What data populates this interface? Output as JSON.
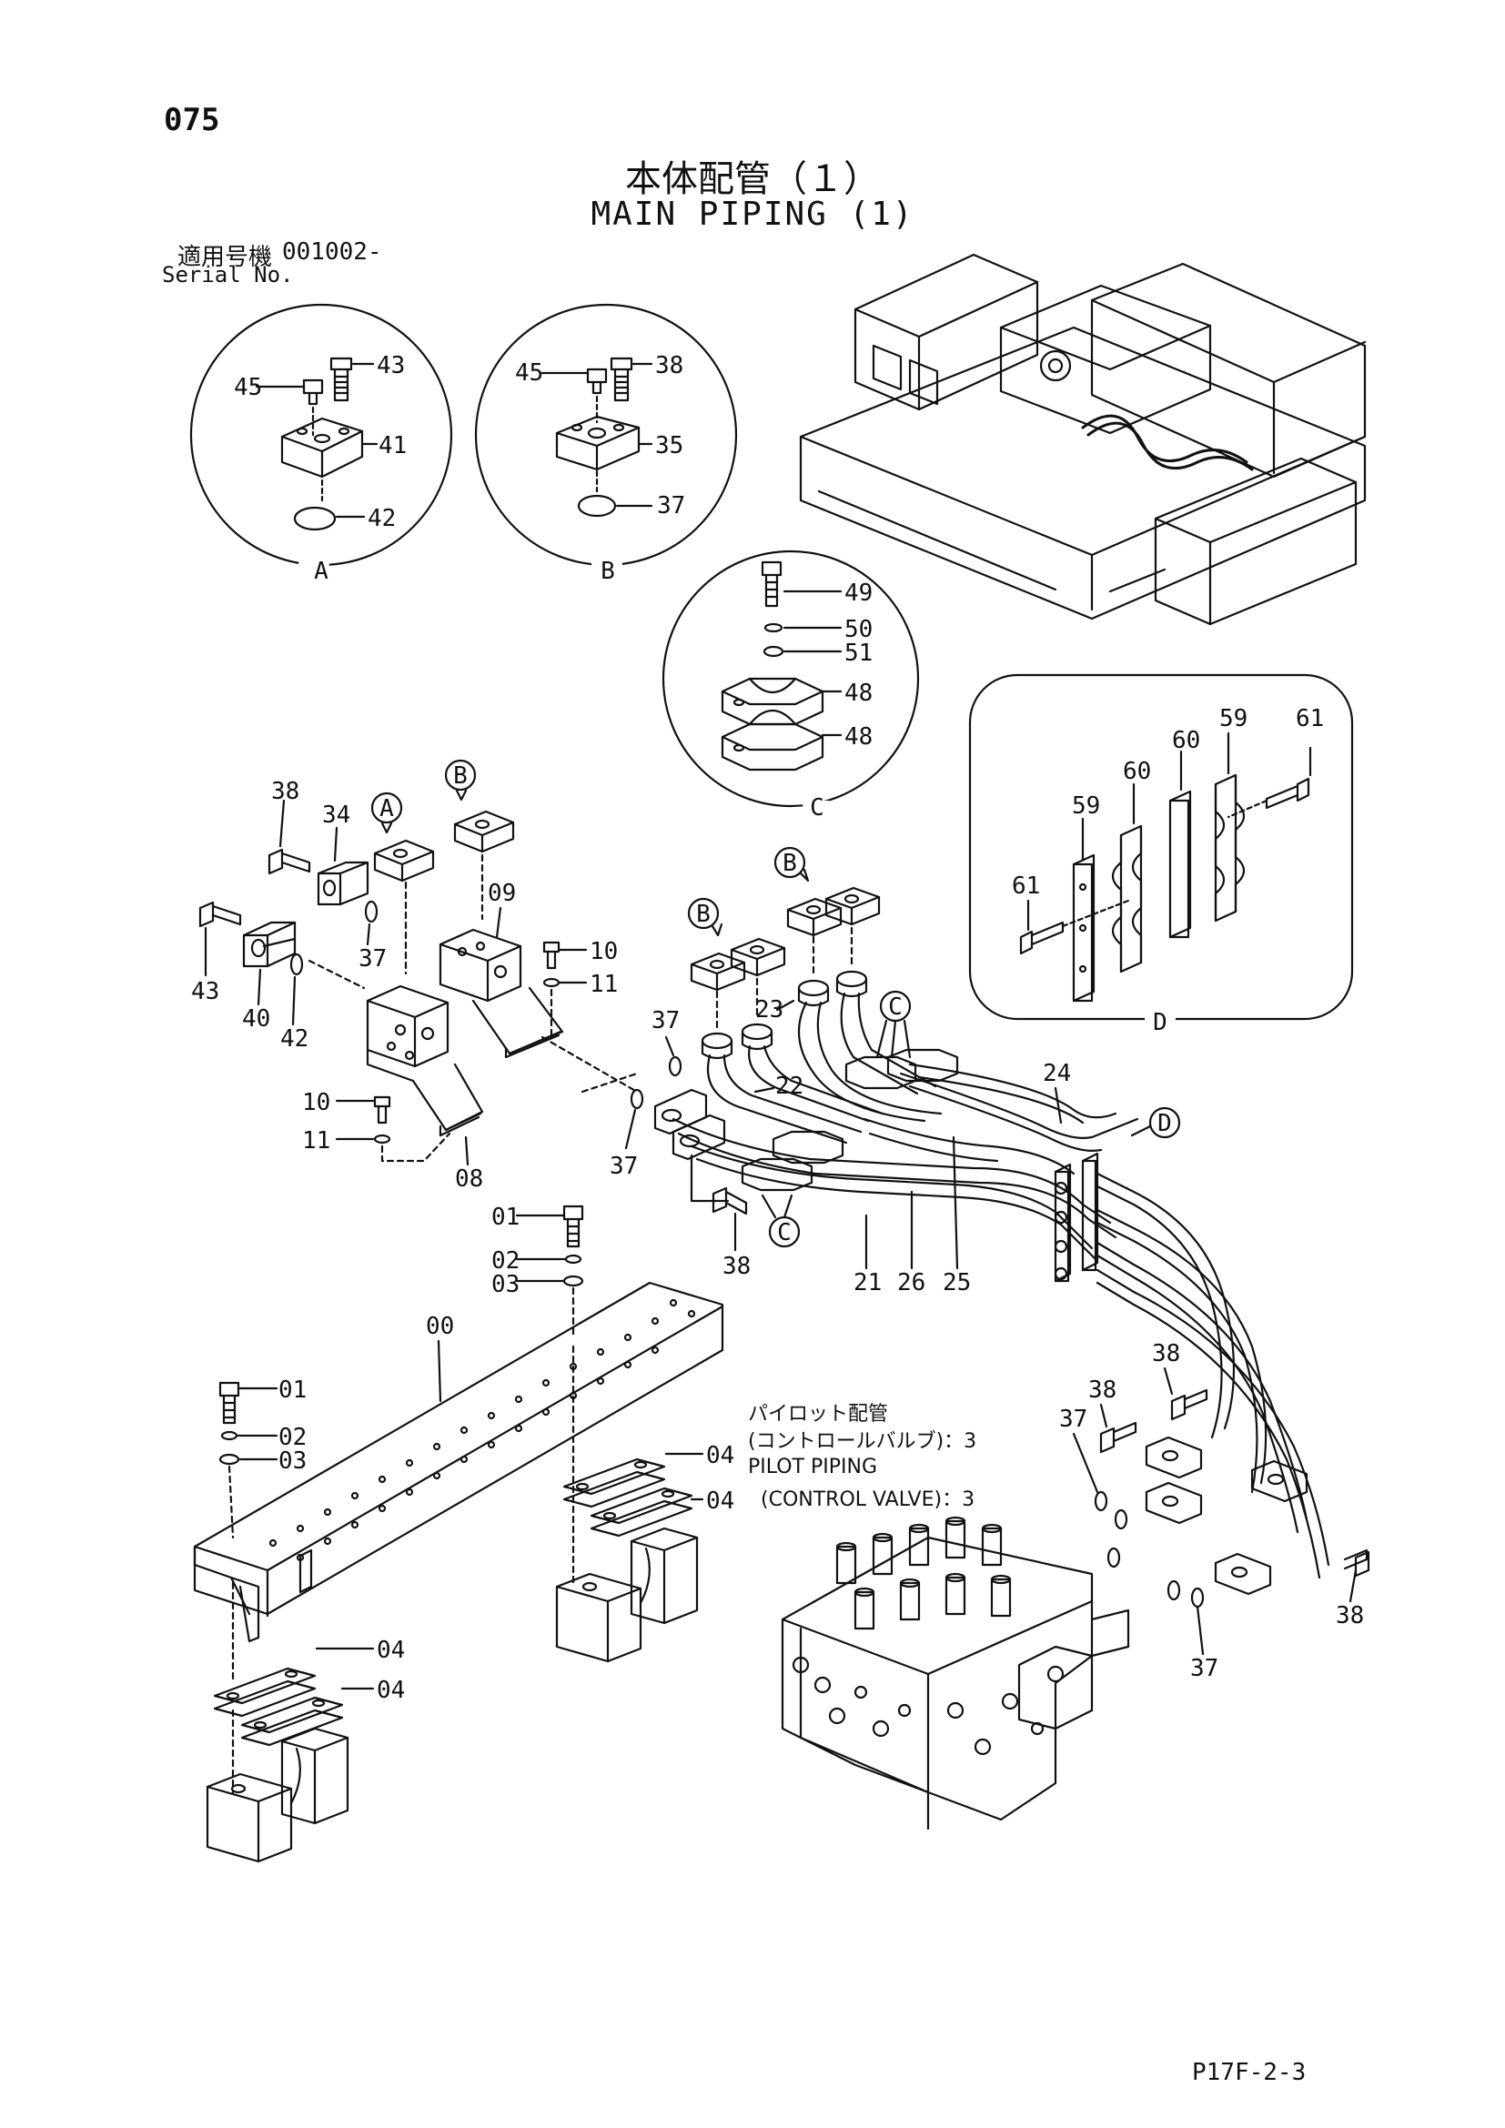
{
  "header": {
    "page_number": "075",
    "title_jp": "本体配管（１）",
    "title_en": "MAIN PIPING (1)",
    "serial_label_jp": "適用号機",
    "serial_value": "001002-",
    "serial_label_en": "Serial No."
  },
  "details": {
    "A": {
      "name": "A",
      "parts": [
        "45",
        "43",
        "41",
        "42"
      ]
    },
    "B": {
      "name": "B",
      "parts": [
        "45",
        "38",
        "35",
        "37"
      ]
    },
    "C": {
      "name": "C",
      "parts": [
        "49",
        "50",
        "51",
        "48",
        "48"
      ]
    },
    "D": {
      "name": "D",
      "parts": [
        "59",
        "60",
        "60",
        "59",
        "61",
        "61"
      ]
    }
  },
  "callouts": {
    "p00": "00",
    "p01": "01",
    "p02": "02",
    "p03": "03",
    "p04": "04",
    "p08": "08",
    "p09": "09",
    "p10": "10",
    "p11": "11",
    "p21": "21",
    "p22": "22",
    "p23": "23",
    "p24": "24",
    "p25": "25",
    "p26": "26",
    "p34": "34",
    "p37": "37",
    "p38": "38",
    "p40": "40",
    "p42": "42",
    "p43": "43",
    "refA": "A",
    "refB": "B",
    "refC": "C",
    "refD": "D"
  },
  "pilot_note": {
    "jp": "パイロット配管",
    "jp_sub": "(コントロールバルブ)：3",
    "en": "PILOT  PIPING",
    "en_sub": "(CONTROL VALVE)：3"
  },
  "footer": {
    "code": "P17F-2-3"
  }
}
